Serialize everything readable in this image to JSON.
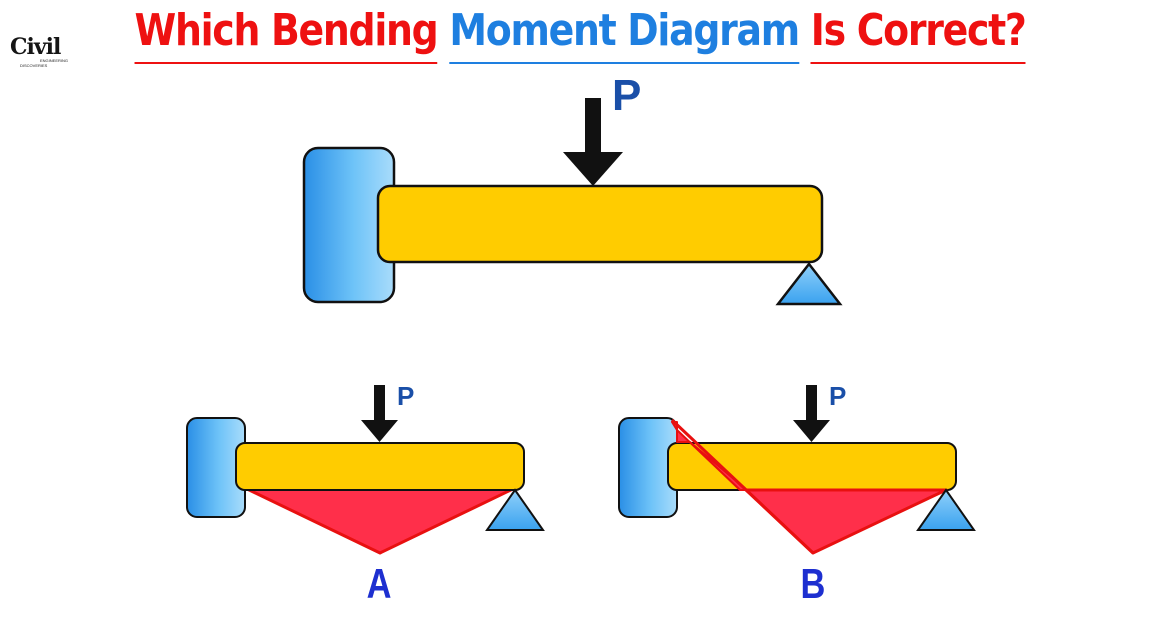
{
  "title": {
    "part1": "Which Bending",
    "part2": "Moment Diagram",
    "part3": "Is Correct?",
    "color_red": "#ee1111",
    "color_blue": "#1e7fe0"
  },
  "logo": {
    "text": "Civil",
    "sub_line1": "ENGINEERING",
    "sub_line2": "DISCOVERIES"
  },
  "main_beam": {
    "load_label": "P",
    "support_left": "fixed-wall",
    "support_right": "roller-triangle"
  },
  "options": [
    {
      "label": "A",
      "load_label": "P"
    },
    {
      "label": "B",
      "load_label": "P"
    }
  ],
  "colors": {
    "beam_fill": "#ffcc00",
    "wall_fill": "#4fb3f5",
    "support_fill": "#4fb3f5",
    "moment_fill": "#ff2f4a",
    "moment_stroke": "#e81010",
    "arrow": "#111111",
    "load_label": "#1a4fa8",
    "option_label": "#1d2fd0"
  },
  "icons": {
    "load": "down-arrow-icon",
    "support": "triangle-support-icon",
    "wall": "fixed-wall-icon"
  }
}
